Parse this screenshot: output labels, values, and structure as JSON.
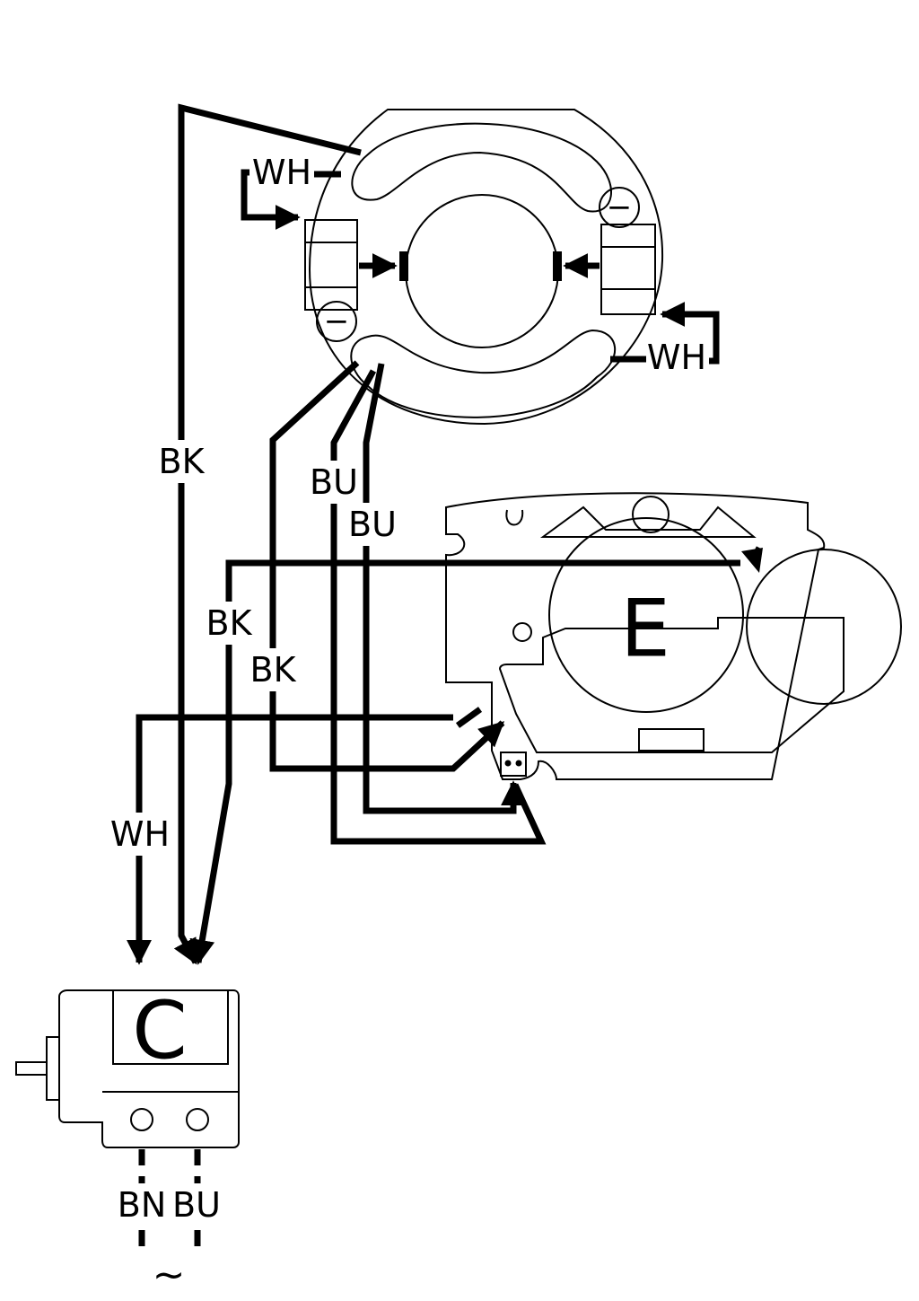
{
  "motor": {
    "brush_wire_top_label": "WH",
    "brush_wire_bottom_label": "WH",
    "brush_polarity_left": "−",
    "brush_polarity_right": "−"
  },
  "wires": {
    "field_coil_top_label": "BK",
    "field_coil_bottom_black_label": "BK",
    "field_coil_blue_label_1": "BU",
    "field_coil_blue_label_2": "BU",
    "electronics_black_label": "BK",
    "switch_white_label": "WH"
  },
  "electronics": {
    "label": "E"
  },
  "capacitor": {
    "label": "C"
  },
  "supply": {
    "brown_label": "BN",
    "blue_label": "BU",
    "ac_symbol": "~"
  }
}
